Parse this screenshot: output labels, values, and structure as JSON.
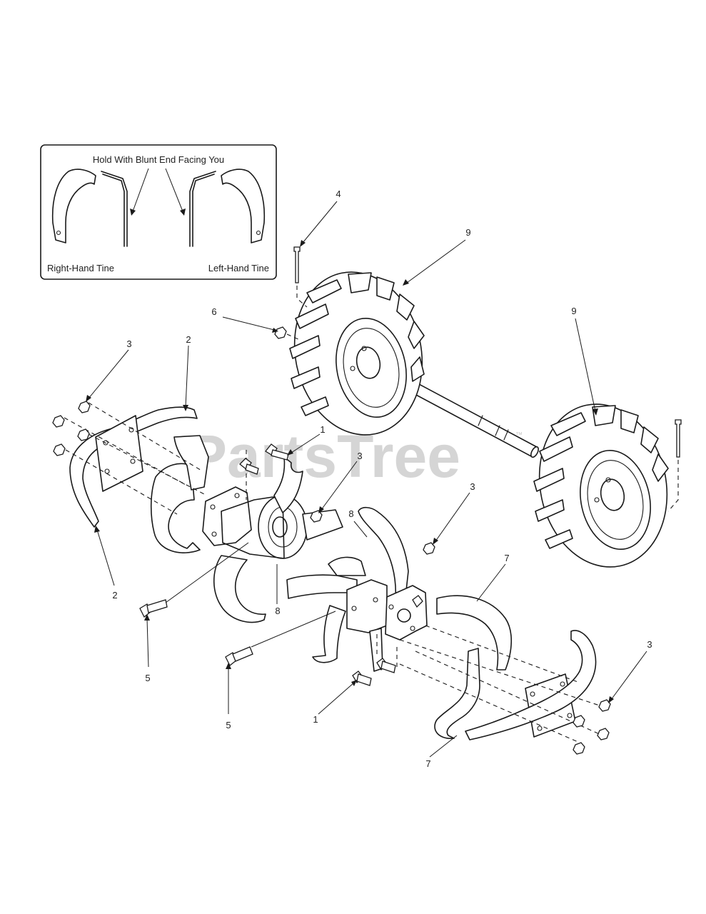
{
  "inset": {
    "title": "Hold With Blunt End Facing You",
    "left_label": "Right-Hand Tine",
    "right_label": "Left-Hand Tine"
  },
  "watermark": {
    "text": "PartsTree",
    "trademark": "™"
  },
  "callouts": {
    "c4": "4",
    "c9a": "9",
    "c9b": "9",
    "c6": "6",
    "c3a": "3",
    "c2a": "2",
    "c2b": "2",
    "c1a": "1",
    "c3b": "3",
    "c3c": "3",
    "c8a": "8",
    "c8b": "8",
    "c7a": "7",
    "c7b": "7",
    "c3d": "3",
    "c5a": "5",
    "c5b": "5",
    "c1b": "1"
  }
}
